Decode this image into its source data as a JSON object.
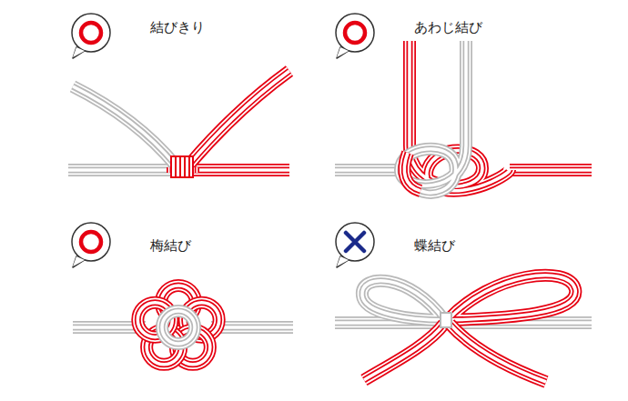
{
  "diagram": {
    "labels": [
      "結びきり",
      "あわじ結び",
      "梅結び",
      "蝶結び"
    ]
  }
}
